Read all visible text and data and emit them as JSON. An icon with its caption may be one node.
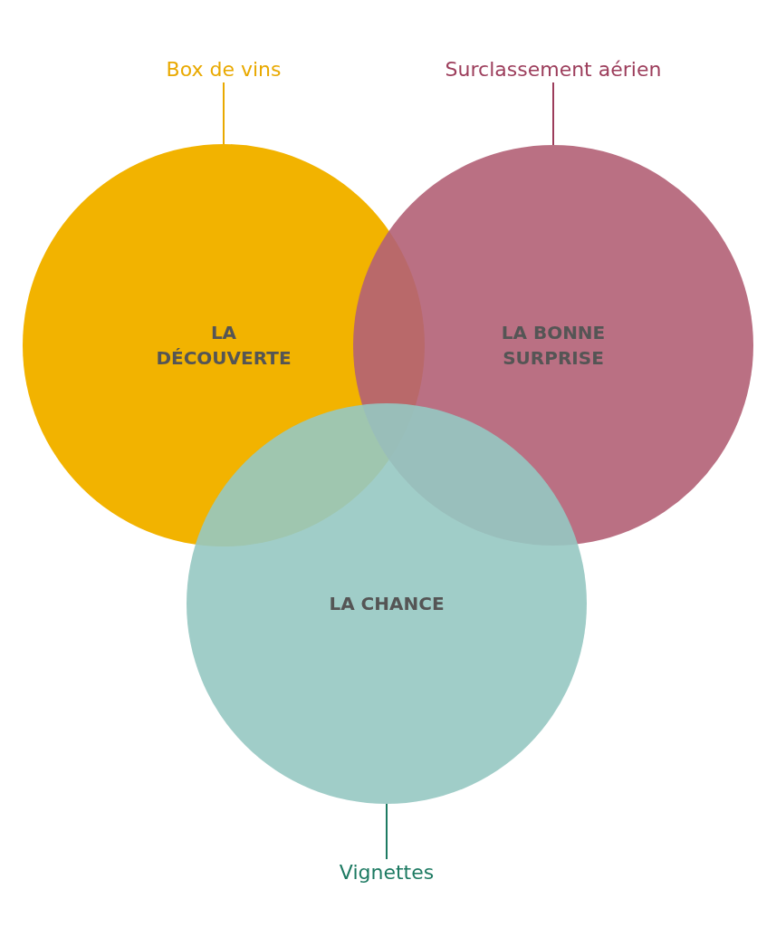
{
  "diagram": {
    "nodes": [
      {
        "text": [
          "LA DÉCOUVERTE"
        ]
      },
      {
        "text": [
          "LA BONNE SURPRISE"
        ]
      },
      {
        "text": [
          "LA CHANCE"
        ]
      },
      {
        "text": [
          "Box de vins"
        ]
      },
      {
        "text": [
          "Surclassement aérien"
        ]
      },
      {
        "text": [
          "Vignettes"
        ]
      }
    ],
    "edges": [
      {
        "from": 3,
        "to": 0,
        "arrow": "none",
        "color": "#e9a900"
      },
      {
        "from": 4,
        "to": 1,
        "arrow": "none",
        "color": "#9c3d5b"
      },
      {
        "from": 5,
        "to": 2,
        "arrow": "none",
        "color": "#1d7a62"
      }
    ]
  }
}
